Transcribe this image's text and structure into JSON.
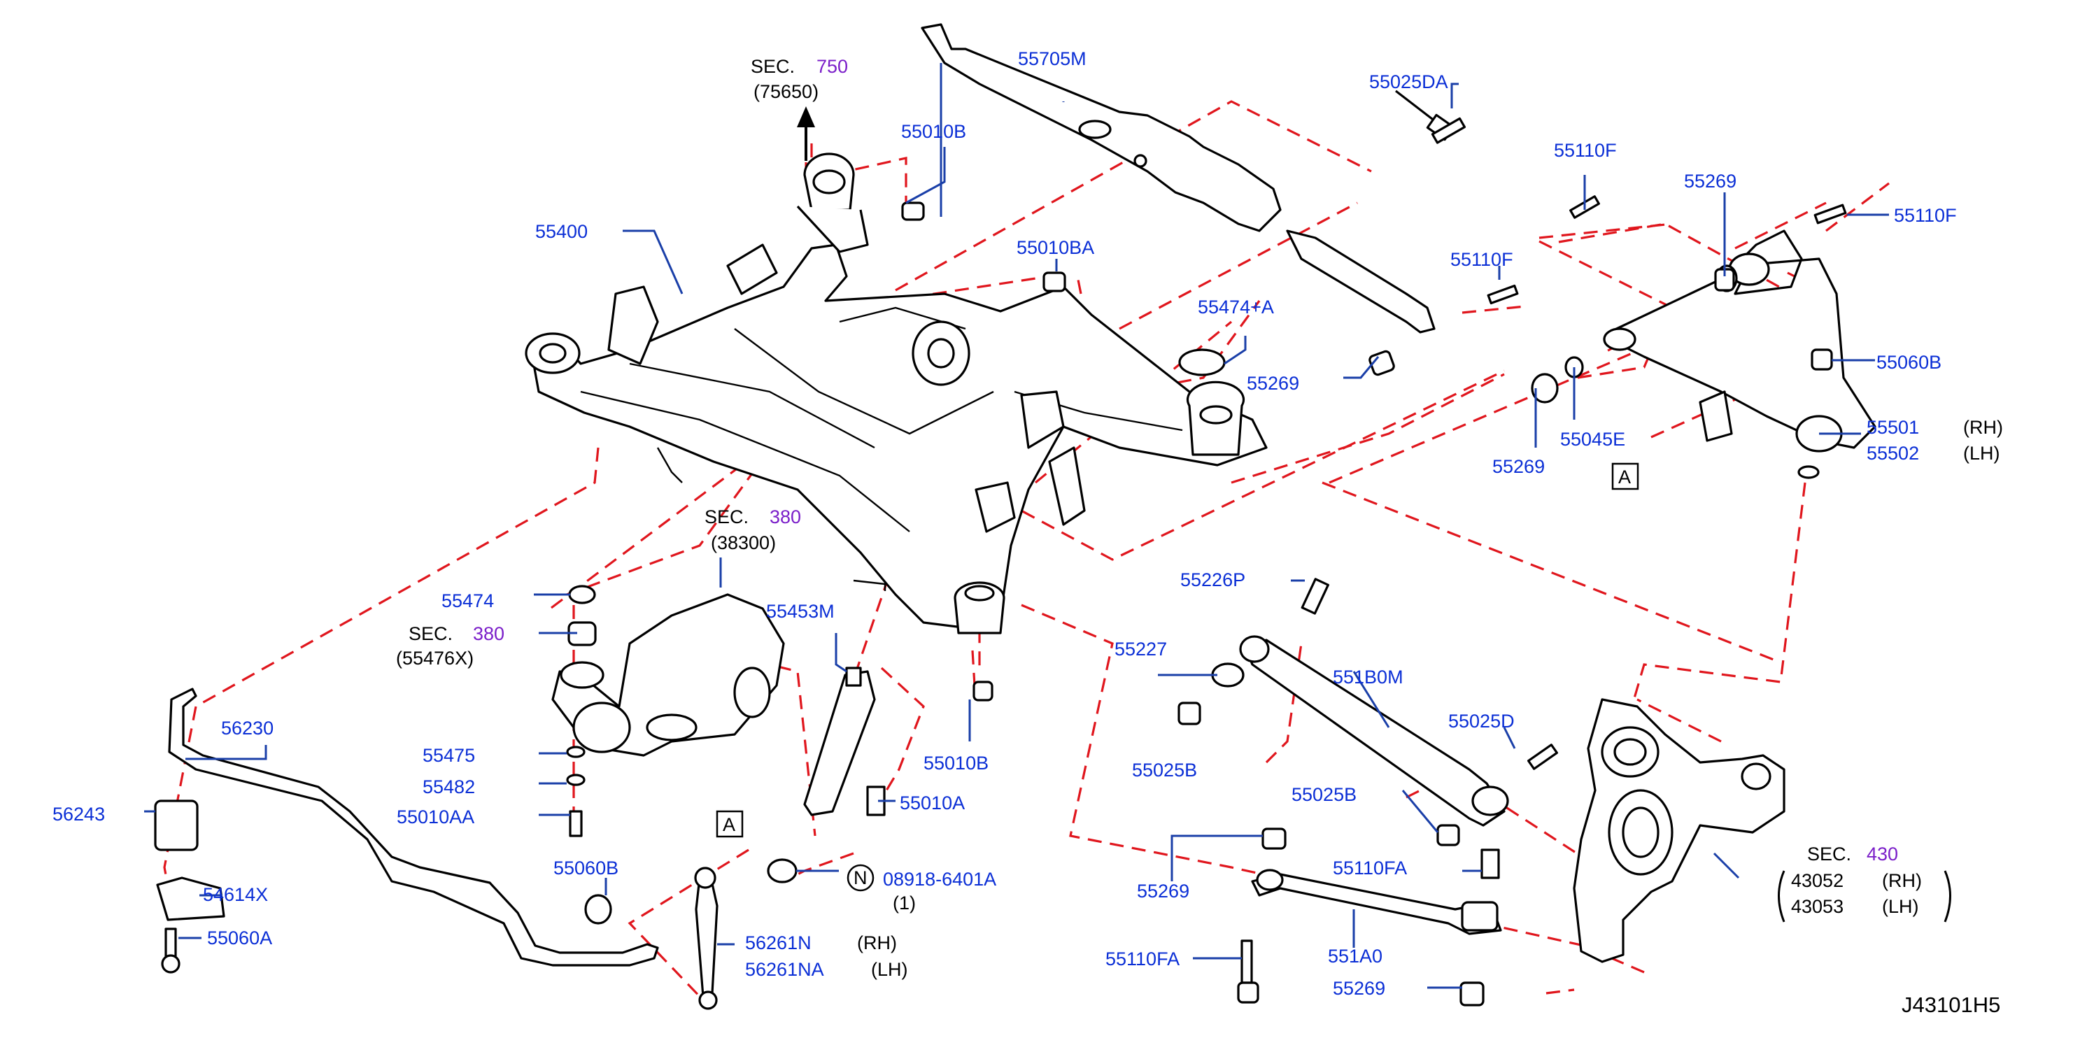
{
  "diagram_code": "J43101H5",
  "section_refs": {
    "sec750": {
      "prefix": "SEC.",
      "number": "750",
      "sub": "(75650)"
    },
    "sec380_diff": {
      "prefix": "SEC.",
      "number": "380",
      "sub": "(38300)"
    },
    "sec380_mount": {
      "prefix": "SEC.",
      "number": "380",
      "sub": "(55476X)"
    },
    "sec430": {
      "prefix": "SEC.",
      "number": "430",
      "rh_part": "43052",
      "rh": "(RH)",
      "lh_part": "43053",
      "lh": "(LH)"
    }
  },
  "parts": {
    "p55705M": "55705M",
    "p55025DA": "55025DA",
    "p55010B_top": "55010B",
    "p55400": "55400",
    "p55010BA": "55010BA",
    "p55474A": "55474+A",
    "p55269_a": "55269",
    "p55110F_mid": "55110F",
    "p55110F_top": "55110F",
    "p55269_b": "55269",
    "p55110F_right": "55110F",
    "p55060B_right": "55060B",
    "p55269_c": "55269",
    "p55045E": "55045E",
    "p55501": "55501",
    "p55501_side": "(RH)",
    "p55502": "55502",
    "p55502_side": "(LH)",
    "p55474": "55474",
    "p55453M": "55453M",
    "p55226P": "55226P",
    "p55227": "55227",
    "p551B0M": "551B0M",
    "p55025B_a": "55025B",
    "p55025D": "55025D",
    "p55025B_b": "55025B",
    "p56230": "56230",
    "p56243": "56243",
    "p55475": "55475",
    "p55482": "55482",
    "p55010AA": "55010AA",
    "p55010B_low": "55010B",
    "p55010A": "55010A",
    "p08918": "08918-6401A",
    "p08918_qty": "(1)",
    "n_mark": "N",
    "p55269_d": "55269",
    "p55110FA_a": "55110FA",
    "p551A0": "551A0",
    "p55110FA_b": "55110FA",
    "p55269_e": "55269",
    "p54614X": "54614X",
    "p55060A": "55060A",
    "p55060B_low": "55060B",
    "p56261N": "56261N",
    "p56261N_side": "(RH)",
    "p56261NA": "56261NA",
    "p56261NA_side": "(LH)"
  },
  "ref_box_a": "A",
  "colors": {
    "part_number": "#0b2fd6",
    "section_number": "#7b1fc9",
    "dashed_link": "#e0161d",
    "leader": "#1a3fa8",
    "outline": "#000000"
  }
}
